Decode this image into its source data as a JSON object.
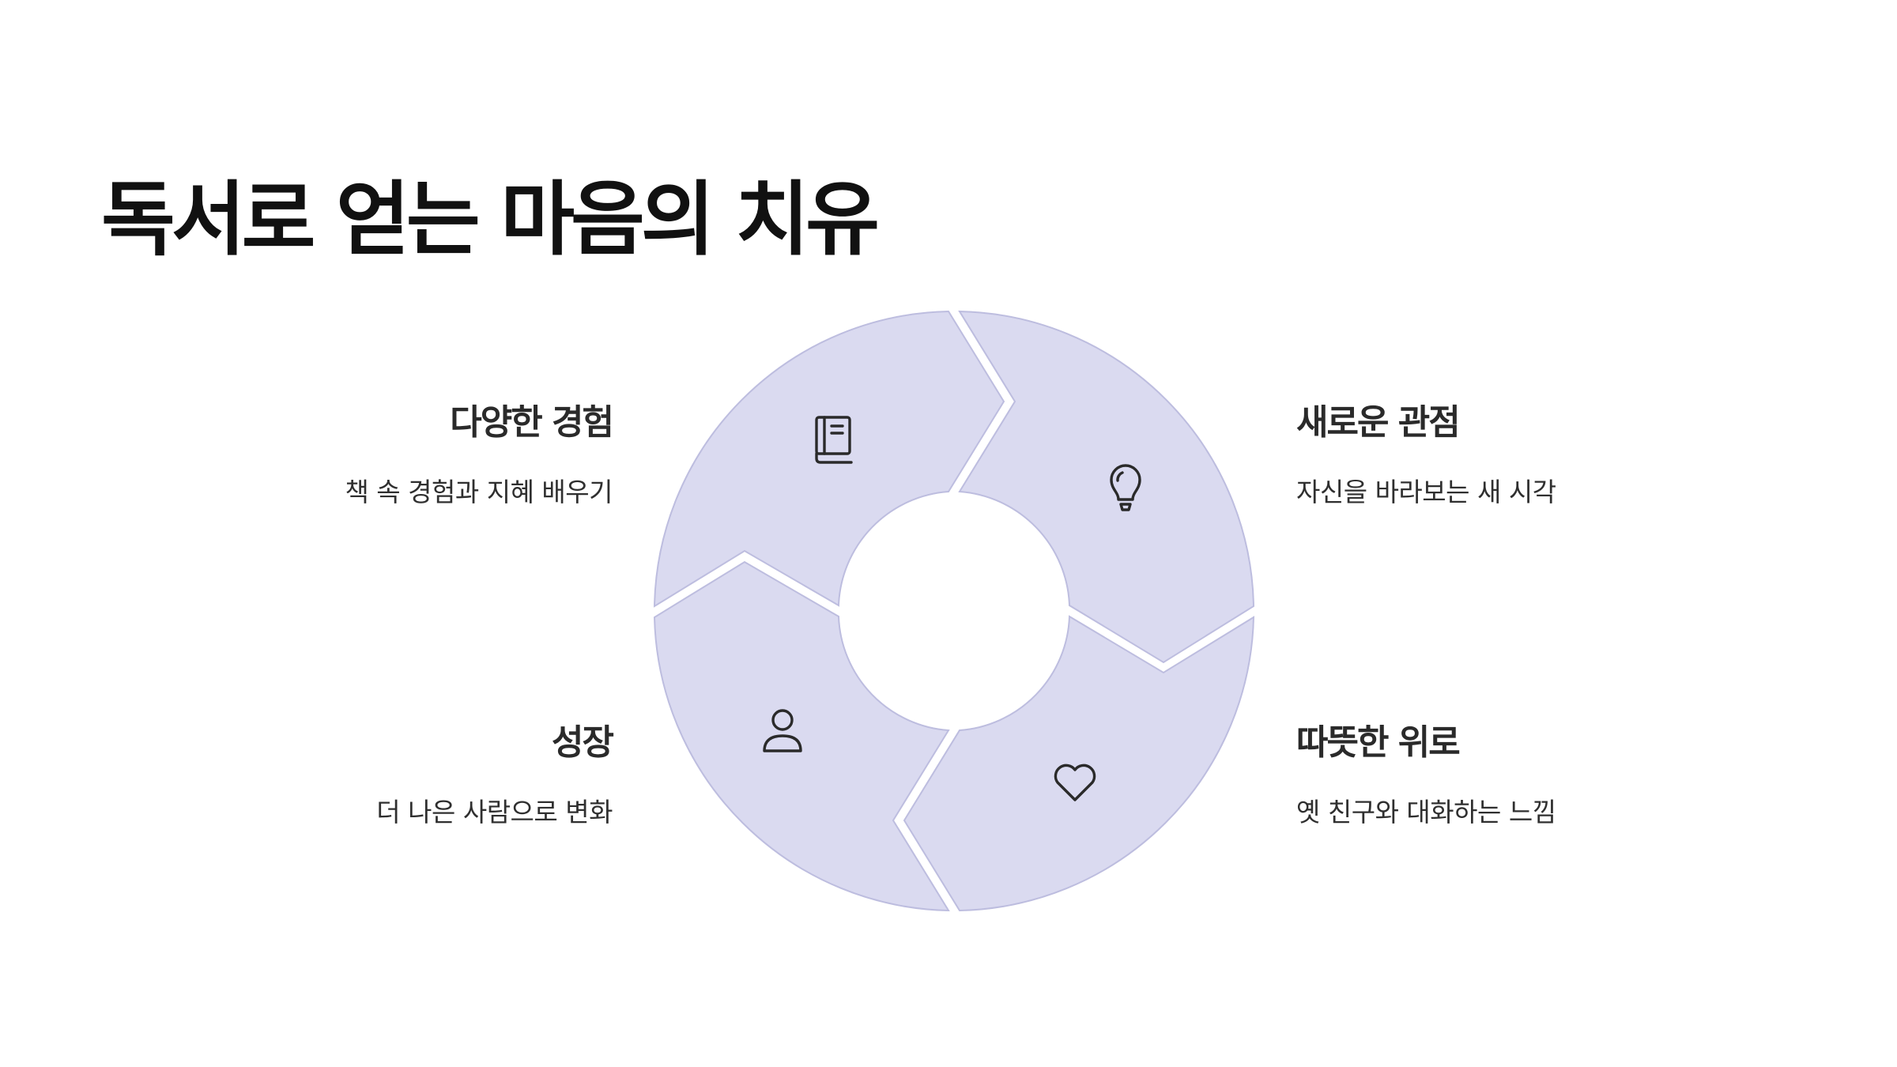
{
  "title": "독서로 얻는 마음의 치유",
  "colors": {
    "segment_fill": "#dadaf0",
    "segment_stroke": "#bdbddf",
    "text": "#222222"
  },
  "items": [
    {
      "title": "다양한 경험",
      "desc": "책 속 경험과 지혜 배우기",
      "icon": "book-icon"
    },
    {
      "title": "새로운 관점",
      "desc": "자신을 바라보는 새 시각",
      "icon": "lightbulb-icon"
    },
    {
      "title": "따뜻한 위로",
      "desc": "옛 친구와 대화하는 느낌",
      "icon": "heart-icon"
    },
    {
      "title": "성장",
      "desc": "더 나은 사람으로 변화",
      "icon": "person-icon"
    }
  ]
}
